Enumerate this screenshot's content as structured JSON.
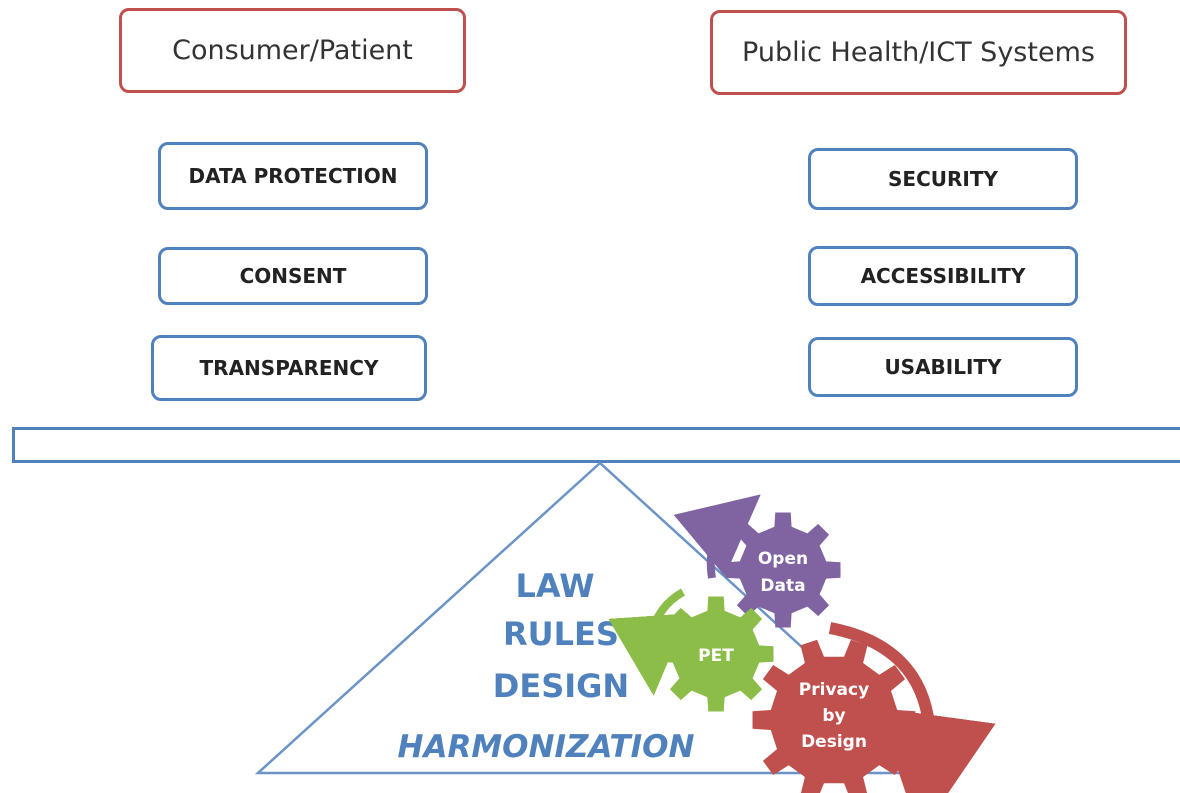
{
  "left_column": {
    "header": "Consumer/Patient",
    "items": [
      "DATA PROTECTION",
      "CONSENT",
      "TRANSPARENCY"
    ]
  },
  "right_column": {
    "header": "Public Health/ICT Systems",
    "items": [
      "SECURITY",
      "ACCESSIBILITY",
      "USABILITY"
    ]
  },
  "pyramid": {
    "lines": [
      "LAW",
      "RULES",
      "DESIGN"
    ],
    "base_text": "HARMONIZATION"
  },
  "gears": {
    "open_data": [
      "Open",
      "Data"
    ],
    "pet": "PET",
    "privacy_by_design": [
      "Privacy",
      "by",
      "Design"
    ]
  },
  "colors": {
    "header_border": "#c0504d",
    "pill_border": "#4f81bd",
    "open_data_gear": "#8064a2",
    "pet_gear": "#8bbd48",
    "privacy_gear": "#c0504d",
    "text_blue": "#4f81bd"
  }
}
